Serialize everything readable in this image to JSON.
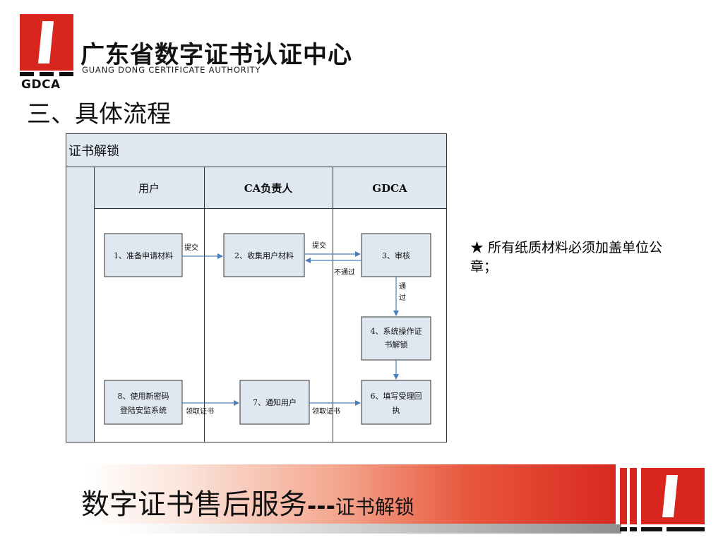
{
  "header": {
    "logo": {
      "cn": "广东省数字证书认证中心",
      "en": "GUANG DONG CERTIFICATE AUTHORITY",
      "abbr": "GDCA"
    },
    "section_title": "三、具体流程"
  },
  "diagram": {
    "title": "证书解锁",
    "lanes": [
      "用户",
      "CA负责人",
      "GDCA"
    ],
    "steps": {
      "s1": "1、准备申请材料",
      "s2": "2、收集用户材料",
      "s3": "3、审核",
      "s4_line1": "4、系统操作证",
      "s4_line2": "书解锁",
      "s6_line1": "6、填写受理回",
      "s6_line2": "执",
      "s7": "7、通知用户",
      "s8_line1": "8、使用新密码",
      "s8_line2": "登陆安监系统"
    },
    "edge_labels": {
      "submit1": "提交",
      "submit2": "提交",
      "reject": "不通过",
      "pass_1": "通",
      "pass_2": "过",
      "receive1": "领取证书",
      "receive2": "领取证书"
    }
  },
  "note": {
    "text": "★ 所有纸质材料必须加盖单位公章；"
  },
  "footer": {
    "title_main": "数字证书售后服务",
    "title_dash": "---",
    "title_sub": "证书解锁"
  },
  "colors": {
    "brand_red": "#d8261e",
    "lane_header_bg": "#dfe7f1",
    "box_bg": "#dfe7f1",
    "arrow_blue": "#4a7ebb"
  }
}
